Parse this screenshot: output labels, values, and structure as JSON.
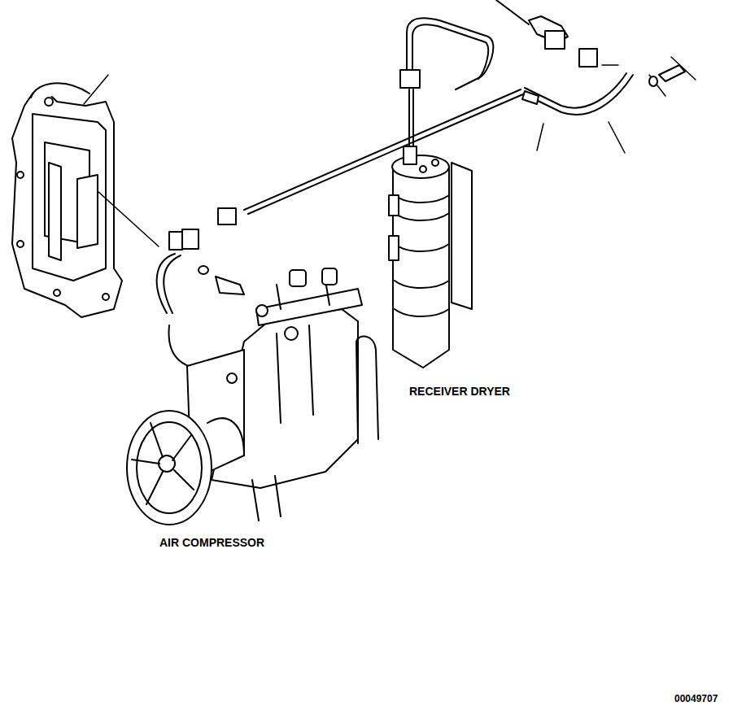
{
  "diagram": {
    "labels": [
      "RECEIVER DRYER",
      "AIR COMPRESSOR",
      "00049707"
    ]
  }
}
